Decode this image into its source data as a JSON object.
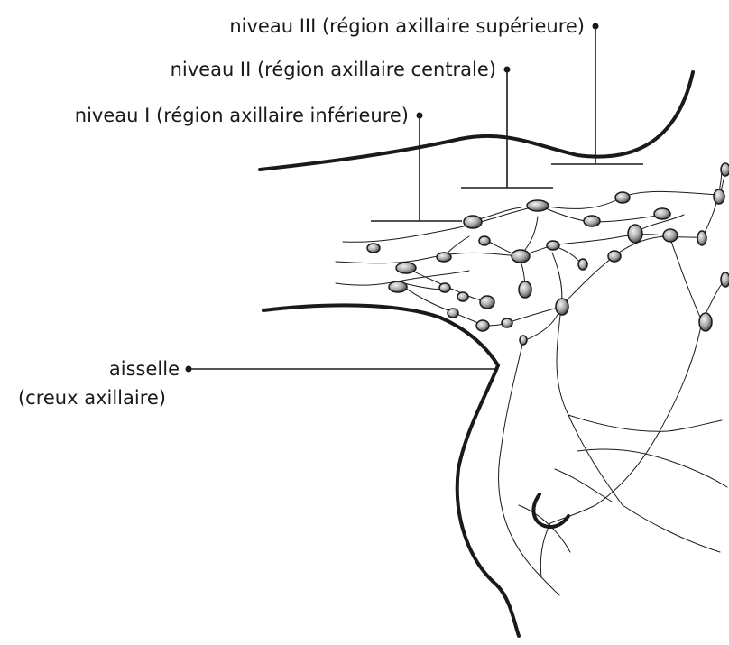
{
  "labels": {
    "level3": "niveau III (région axillaire supérieure)",
    "level2": "niveau II (région axillaire centrale)",
    "level1": "niveau I (région axillaire inférieure)",
    "armpit_line1": "aisselle",
    "armpit_line2": "(creux axillaire)"
  },
  "colors": {
    "ink": "#1a1a1a",
    "node_fill": "#9a9a9a",
    "node_highlight": "#eeeeee"
  }
}
